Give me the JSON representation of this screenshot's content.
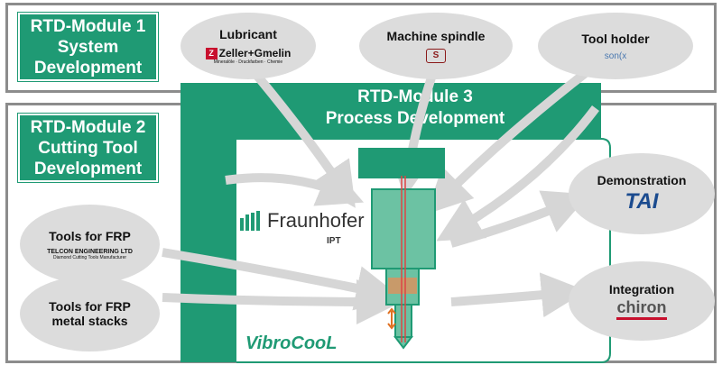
{
  "modules": {
    "m1": {
      "line1": "RTD-Module 1",
      "line2": "System",
      "line3": "Development"
    },
    "m2": {
      "line1": "RTD-Module 2",
      "line2": "Cutting Tool",
      "line3": "Development"
    },
    "m3": {
      "line1": "RTD-Module 3",
      "line2": "Process Development"
    }
  },
  "inputs": {
    "lubricant": {
      "label": "Lubricant",
      "logo": "Zeller+Gmelin",
      "logo_sub": "Mineralöle · Druckfarben · Chemie"
    },
    "spindle": {
      "label": "Machine spindle"
    },
    "toolholder": {
      "label": "Tool holder",
      "logo": "son(x"
    },
    "frp": {
      "label": "Tools for FRP",
      "logo": "TELCON ENGINEERING LTD",
      "logo_sub": "Diamond Cutting Tools Manufacturer"
    },
    "stacks": {
      "label1": "Tools for FRP",
      "label2": "metal stacks"
    }
  },
  "outputs": {
    "demo": {
      "label": "Demonstration",
      "logo": "TAI"
    },
    "integration": {
      "label": "Integration",
      "logo": "chiron"
    }
  },
  "center": {
    "brand": "Fraunhofer",
    "brand_sub": "IPT",
    "footer_logo": "VibroCooL"
  },
  "colors": {
    "green": "#1f9a74",
    "gray_bubble": "#dcdcdc",
    "frame": "#8c8c8c"
  }
}
